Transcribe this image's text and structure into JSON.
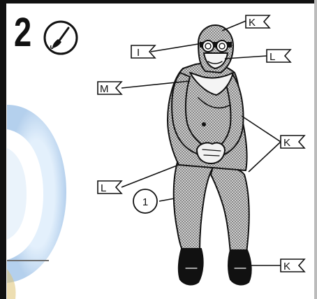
{
  "step": {
    "number": "2",
    "icon": "paintbrush-icon"
  },
  "callouts": [
    {
      "id": "k-head",
      "letter": "K"
    },
    {
      "id": "i-goggles",
      "letter": "I"
    },
    {
      "id": "l-face",
      "letter": "L"
    },
    {
      "id": "m-collar",
      "letter": "M"
    },
    {
      "id": "k-suit",
      "letter": "K"
    },
    {
      "id": "l-hands",
      "letter": "L"
    },
    {
      "id": "k-boots",
      "letter": "K"
    }
  ],
  "parts": [
    {
      "id": "part-1",
      "number": "1"
    }
  ],
  "colors": {
    "line": "#111111",
    "suit_shading": "#8a8a8a",
    "watermark": "#b9d4ee"
  }
}
